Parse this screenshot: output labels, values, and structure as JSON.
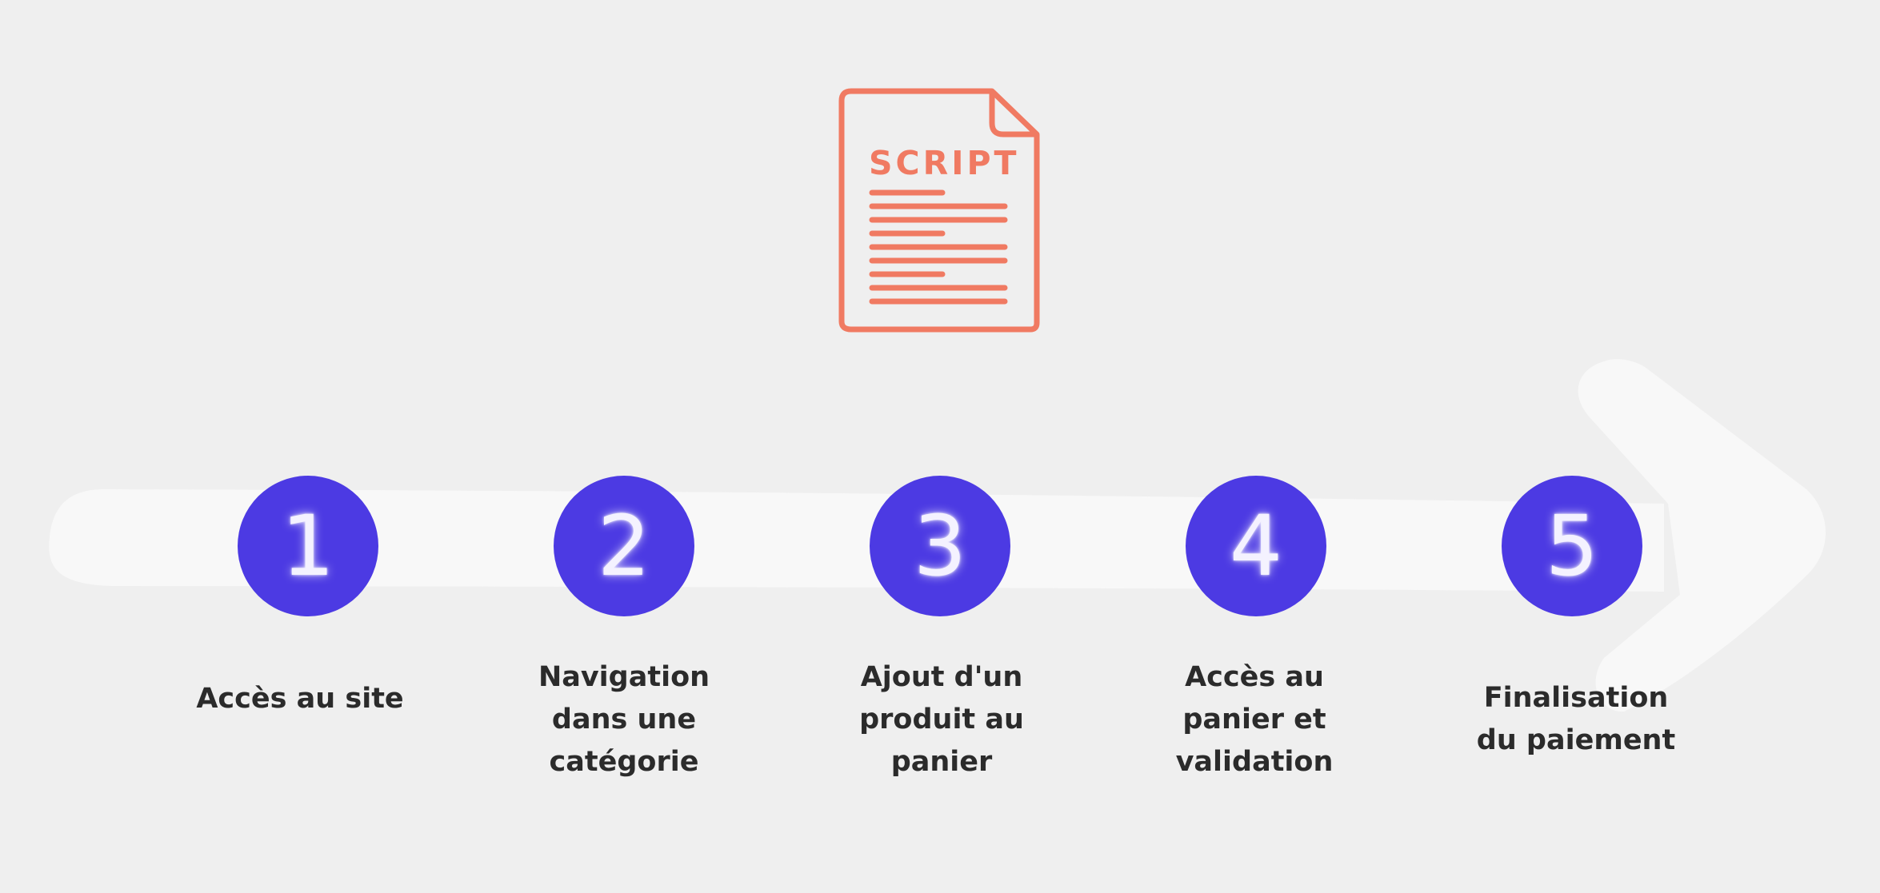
{
  "document_icon": {
    "label": "SCRIPT",
    "stroke_color": "#f07a62"
  },
  "colors": {
    "background": "#efefef",
    "arrow": "#f8f8f8",
    "step_circle": "#4c3ae3",
    "step_number": "#f4f2ff",
    "label_text": "#2b2b2b"
  },
  "steps": [
    {
      "number": "1",
      "label": "Accès au site"
    },
    {
      "number": "2",
      "label": "Navigation\ndans une\ncatégorie"
    },
    {
      "number": "3",
      "label": "Ajout d'un\nproduit au\npanier"
    },
    {
      "number": "4",
      "label": "Accès au\npanier et\nvalidation"
    },
    {
      "number": "5",
      "label": "Finalisation\ndu paiement"
    }
  ]
}
